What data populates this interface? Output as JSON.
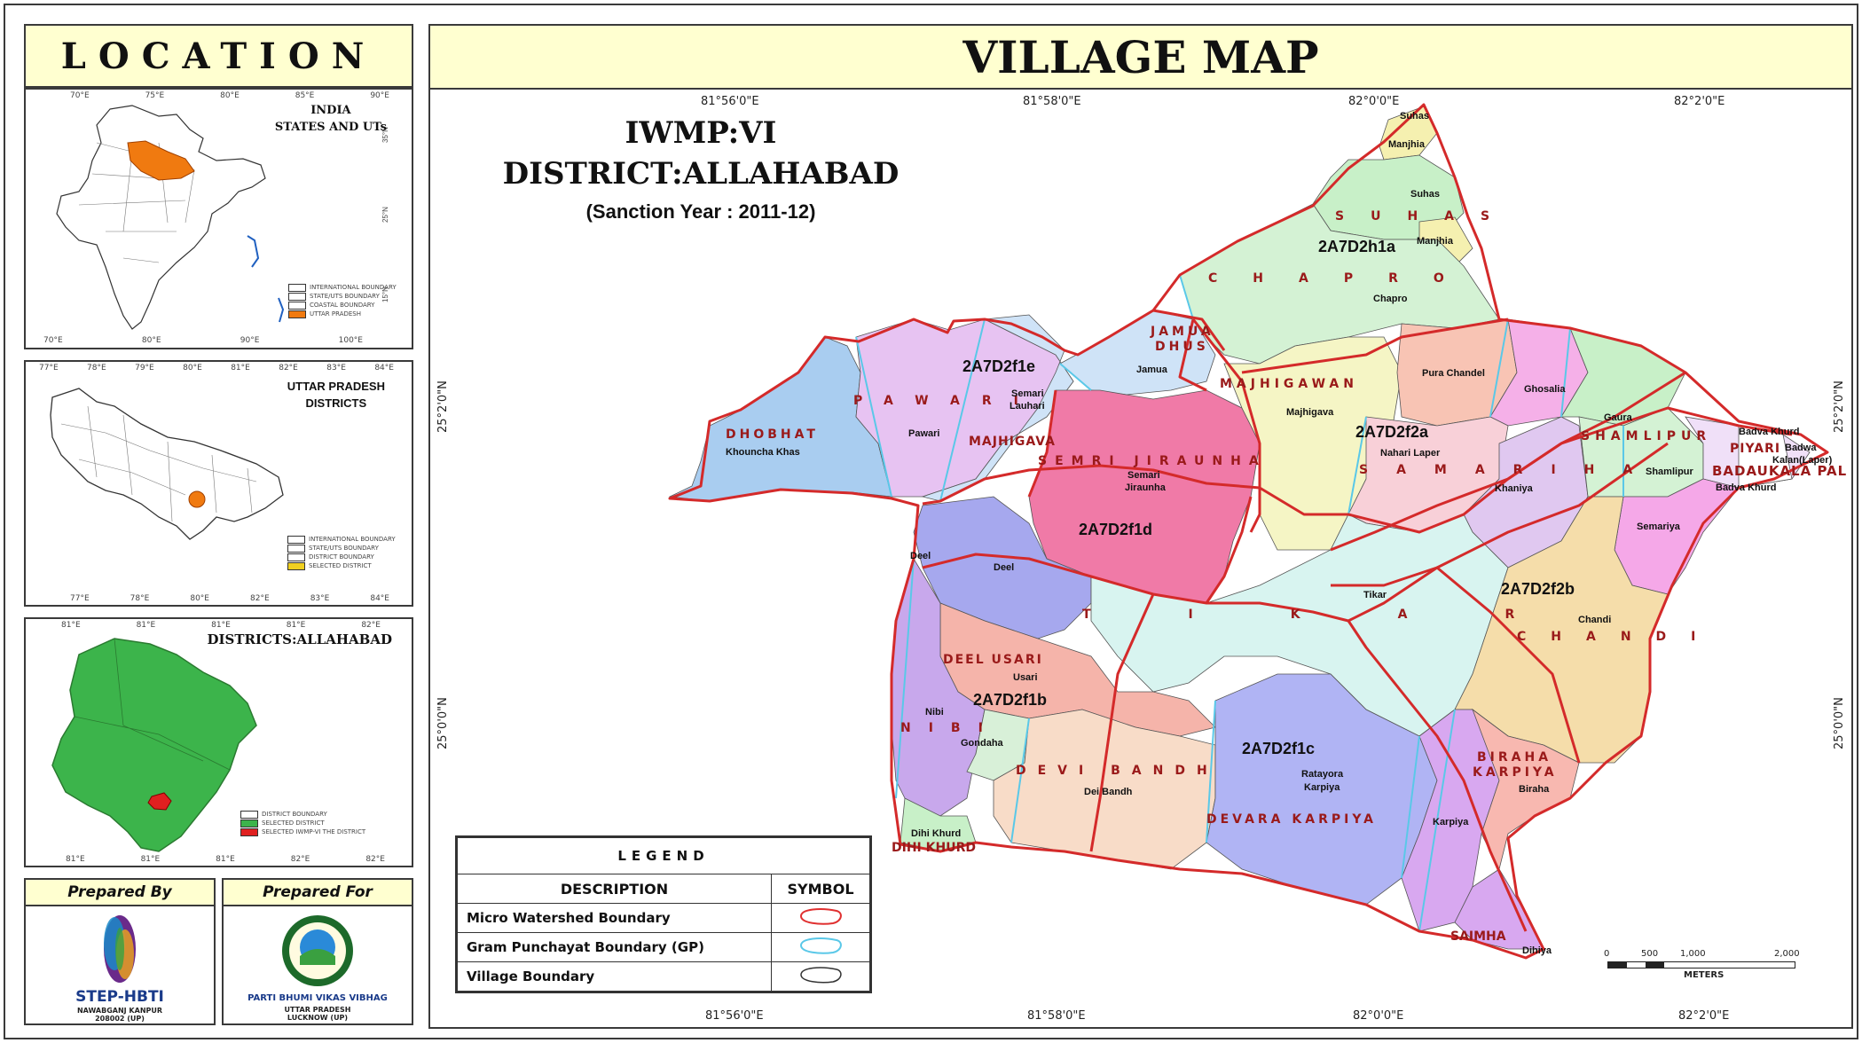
{
  "location_panel": {
    "title": "LOCATION"
  },
  "insets": {
    "india": {
      "title_line1": "INDIA",
      "title_line2": "STATES AND UTs",
      "top_ticks": [
        "70°E",
        "75°E",
        "80°E",
        "85°E",
        "90°E"
      ],
      "bottom_ticks": [
        "70°E",
        "80°E",
        "90°E",
        "100°E"
      ],
      "legend": [
        "INTERNATIONAL BOUNDARY",
        "STATE/UTS BOUNDARY",
        "COASTAL BOUNDARY",
        "UTTAR PRADESH"
      ],
      "highlight_color": "#f07a10"
    },
    "up": {
      "title_line1": "UTTAR PRADESH",
      "title_line2": "DISTRICTS",
      "top_ticks": [
        "77°E",
        "78°E",
        "79°E",
        "80°E",
        "81°E",
        "82°E",
        "83°E",
        "84°E"
      ],
      "bottom_ticks": [
        "77°E",
        "78°E",
        "80°E",
        "82°E",
        "83°E",
        "84°E"
      ],
      "legend": [
        "INTERNATIONAL BOUNDARY",
        "STATE/UTS BOUNDARY",
        "DISTRICT BOUNDARY",
        "SELECTED DISTRICT"
      ],
      "highlight_color": "#f07a10"
    },
    "allahabad": {
      "title": "DISTRICTS:ALLAHABAD",
      "top_ticks": [
        "81°E",
        "81°E",
        "81°E",
        "81°E",
        "82°E"
      ],
      "bottom_ticks": [
        "81°E",
        "81°E",
        "81°E",
        "82°E",
        "82°E"
      ],
      "legend": [
        "DISTRICT BOUNDARY",
        "SELECTED DISTRICT",
        "SELECTED IWMP-VI THE DISTRICT"
      ],
      "fill_color": "#3cb44b",
      "highlight_color": "#e02020"
    }
  },
  "prepared_by": {
    "title": "Prepared By",
    "name": "STEP-HBTI",
    "line1": "NAWABGANJ KANPUR",
    "line2": "208002 (UP)"
  },
  "prepared_for": {
    "title": "Prepared For",
    "name": "PARTI BHUMI VIKAS VIBHAG",
    "line1": "UTTAR PRADESH",
    "line2": "LUCKNOW (UP)"
  },
  "main": {
    "title": "VILLAGE MAP",
    "project": "IWMP:VI",
    "district": "DISTRICT:ALLAHABAD",
    "sanction": "(Sanction Year : 2011-12)",
    "lon_ticks": [
      "81°56'0\"E",
      "81°58'0\"E",
      "82°0'0\"E",
      "82°2'0\"E"
    ],
    "lat_ticks": [
      "25°2'0\"N",
      "25°0'0\"N"
    ],
    "watersheds": [
      "2A7D2f1e",
      "2A7D2h1a",
      "2A7D2f2a",
      "2A7D2f1d",
      "2A7D2f2b",
      "2A7D2f1b",
      "2A7D2f1c"
    ],
    "gram_panchayats": [
      "SUHAS",
      "CHAPRO",
      "JAMUA DHUS",
      "MAJHIGAWAN",
      "PAWARI",
      "DHOBHAT",
      "MAJHIGAVA",
      "SEMRI JIRAUNHA",
      "SAMARIHA",
      "SHAMLIPUR",
      "PIYARI",
      "BADAUKALA PAL",
      "TIKAR",
      "CHANDI",
      "DEEL USARI",
      "NIBI",
      "DEVI BANDH",
      "DEVARA KARPIYA",
      "BIRAHA KARPIYA",
      "DIHI KHURD",
      "SAIMHA"
    ],
    "villages": [
      "Suhas",
      "Manjhia",
      "Suhas",
      "Manjhia",
      "Chapro",
      "Jamua",
      "Pura Chandel",
      "Ghosalia",
      "Majhigava",
      "Nahari Laper",
      "Khaniya",
      "Gaura",
      "Badva Khurd",
      "Badwa",
      "Kalan(Laper)",
      "Shamlipur",
      "Badva Khurd",
      "Semariya",
      "Semari Lauhari",
      "Pawari",
      "Khouncha Khas",
      "Semari Jiraunha",
      "Deel",
      "Deel",
      "Tikar",
      "Chandi",
      "Usari",
      "Nibi",
      "Gondaha",
      "Dei Bandh",
      "Ratayora Karpiya",
      "Karpiya",
      "Biraha",
      "Dihi Khurd",
      "Dihiya"
    ]
  },
  "legend": {
    "title": "LEGEND",
    "col_description": "DESCRIPTION",
    "col_symbol": "SYMBOL",
    "rows": [
      {
        "label": "Micro Watershed Boundary",
        "color": "#e03030"
      },
      {
        "label": "Gram Punchayat Boundary (GP)",
        "color": "#5ac8e8"
      },
      {
        "label": "Village Boundary",
        "color": "#333333"
      }
    ]
  },
  "scale": {
    "ticks": [
      "0",
      "500",
      "1,000",
      "2,000"
    ],
    "unit": "METERS"
  }
}
